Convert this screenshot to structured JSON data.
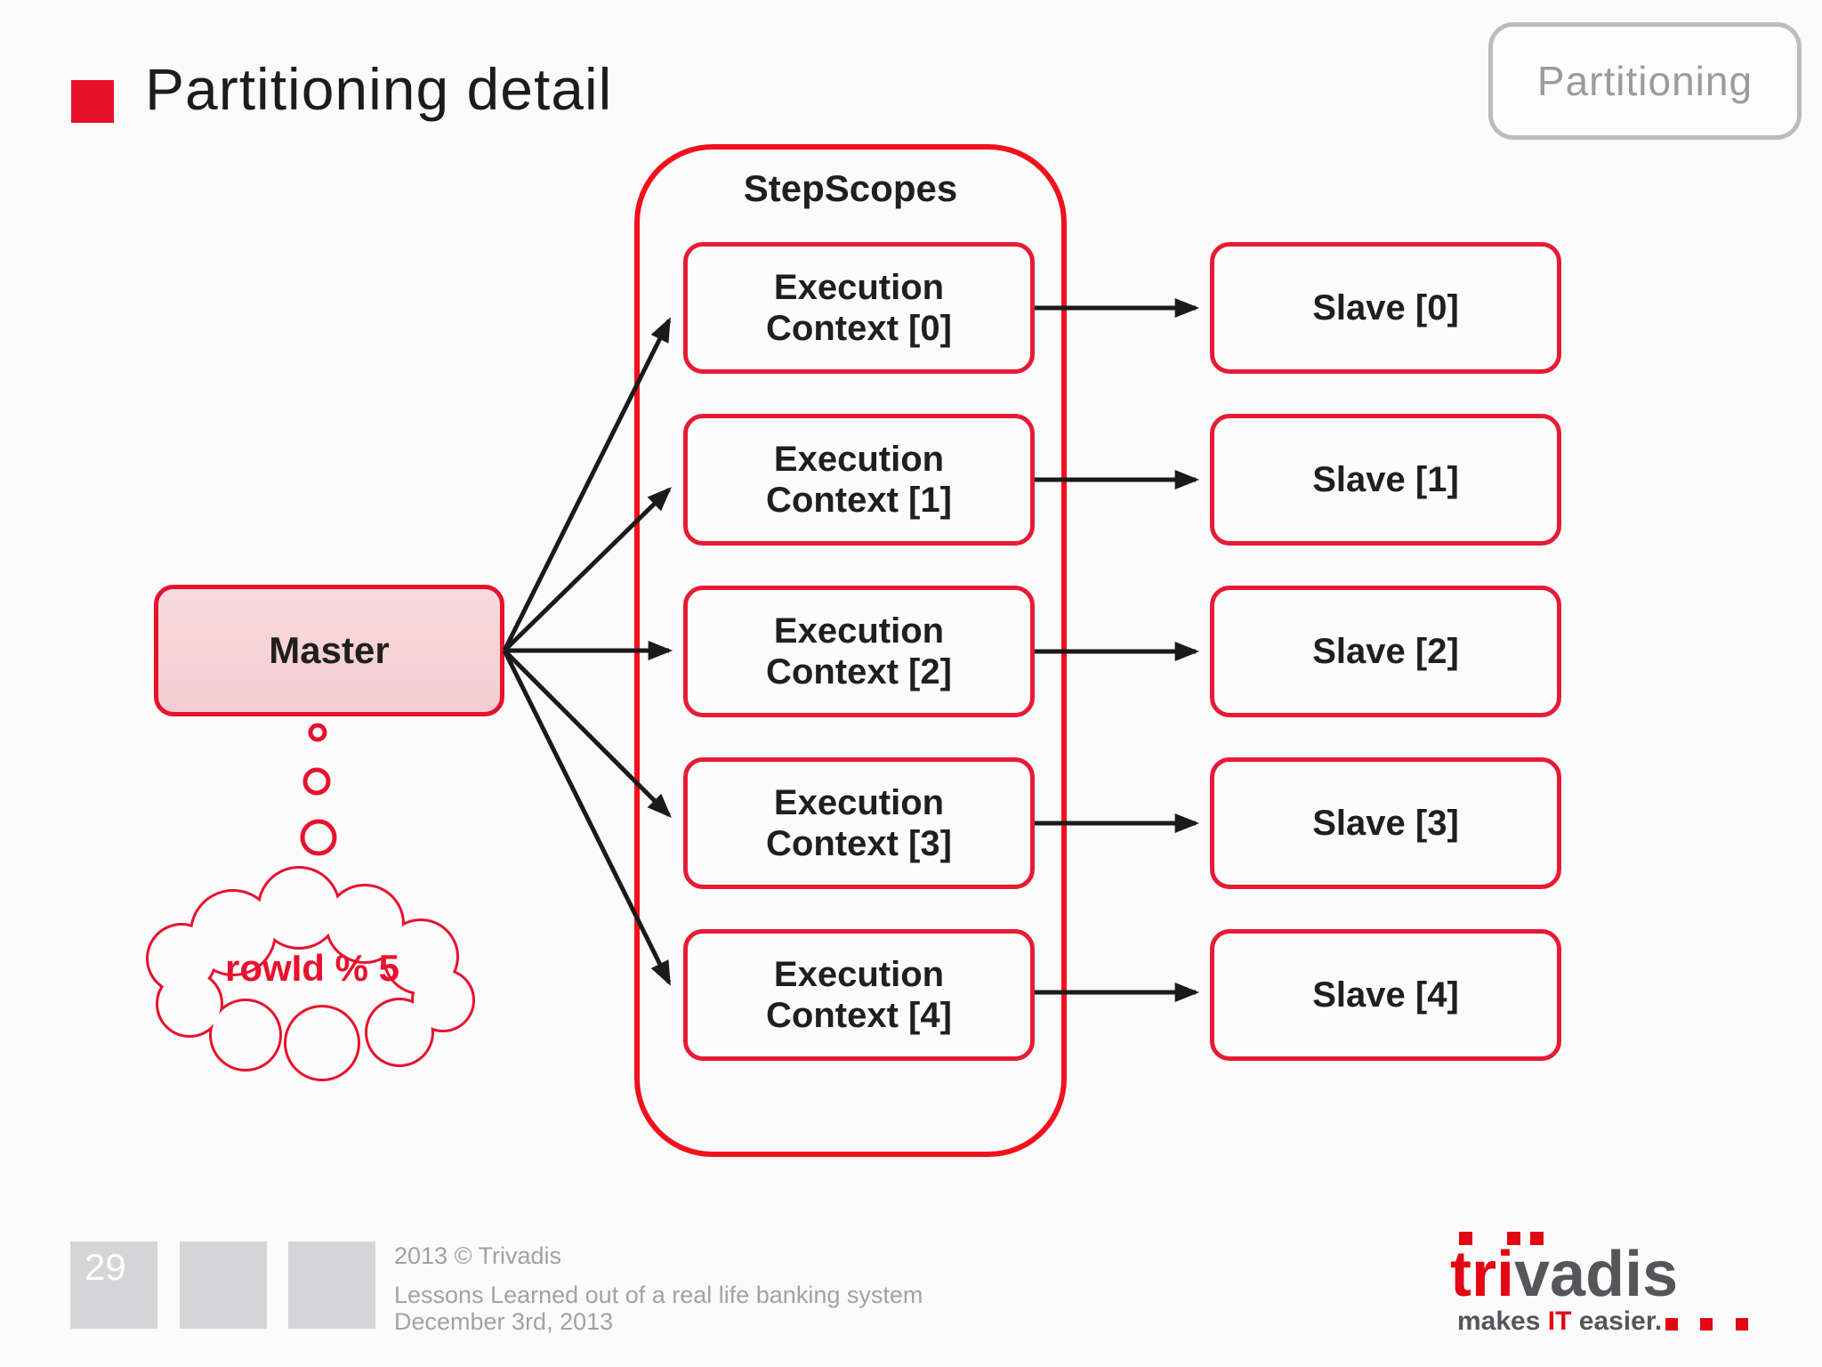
{
  "slide": {
    "title": "Partitioning detail",
    "corner_tag": "Partitioning",
    "page_number": "29",
    "footer": {
      "copyright": "2013 © Trivadis",
      "subtitle": "Lessons Learned out of a real life banking system",
      "date": "December 3rd, 2013"
    },
    "logo": {
      "brand_red": "tri",
      "brand_gray": "vadis",
      "tagline_pre": "makes ",
      "tagline_accent": "IT",
      "tagline_post": " easier."
    }
  },
  "diagram": {
    "container": {
      "label": "StepScopes"
    },
    "master": {
      "label": "Master"
    },
    "annotation": {
      "label": "rowId % 5"
    },
    "execution_contexts": [
      {
        "line1": "Execution",
        "line2": "Context [0]"
      },
      {
        "line1": "Execution",
        "line2": "Context [1]"
      },
      {
        "line1": "Execution",
        "line2": "Context [2]"
      },
      {
        "line1": "Execution",
        "line2": "Context [3]"
      },
      {
        "line1": "Execution",
        "line2": "Context [4]"
      }
    ],
    "slaves": [
      {
        "label": "Slave [0]"
      },
      {
        "label": "Slave [1]"
      },
      {
        "label": "Slave [2]"
      },
      {
        "label": "Slave [3]"
      },
      {
        "label": "Slave [4]"
      }
    ]
  },
  "colors": {
    "accent_red": "#e8112d",
    "container_red": "#f2101c",
    "box_red": "#e71b33",
    "master_fill": "#f8d7d9",
    "logo_red": "#e30613",
    "logo_gray": "#56565a",
    "footer_gray": "#a2a2a2",
    "square_gray": "#d5d5d7",
    "arrow_black": "#1a1a1a"
  }
}
